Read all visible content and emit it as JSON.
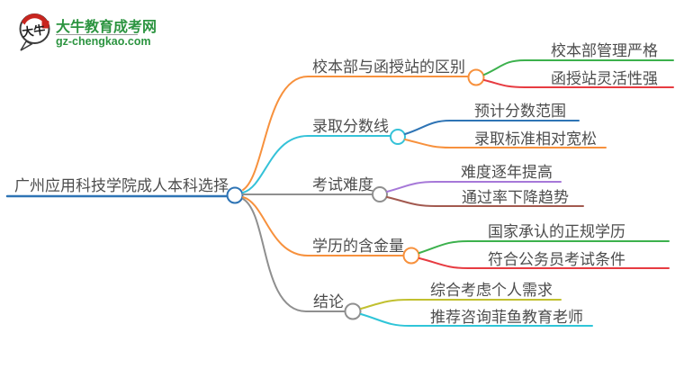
{
  "logo": {
    "bubble_chars": "大牛",
    "title": "大牛教育成考网",
    "url": "gz-chengkao.com",
    "brand_green": "#2c9440",
    "seal_red": "#c8251f"
  },
  "mindmap": {
    "root": {
      "label": "广州应用科技学院成人本科选择",
      "color": "#2e74b5"
    },
    "branches": [
      {
        "label": "校本部与函授站的区别",
        "color": "#f7913d",
        "children": [
          {
            "label": "校本部管理严格",
            "color": "#3cb14d"
          },
          {
            "label": "函授站灵活性强",
            "color": "#e73b41"
          }
        ]
      },
      {
        "label": "录取分数线",
        "color": "#35c2d8",
        "children": [
          {
            "label": "预计分数范围",
            "color": "#2e74b5"
          },
          {
            "label": "录取标准相对宽松",
            "color": "#f7913d"
          }
        ]
      },
      {
        "label": "考试难度",
        "color": "#8f8f8f",
        "children": [
          {
            "label": "难度逐年提高",
            "color": "#a678d8"
          },
          {
            "label": "通过率下降趋势",
            "color": "#a2594f"
          }
        ]
      },
      {
        "label": "学历的含金量",
        "color": "#f7913d",
        "children": [
          {
            "label": "国家承认的正规学历",
            "color": "#3cb14d"
          },
          {
            "label": "符合公务员考试条件",
            "color": "#e73b41"
          }
        ]
      },
      {
        "label": "结论",
        "color": "#8f8f8f",
        "children": [
          {
            "label": "综合考虑个人需求",
            "color": "#c1c02f"
          },
          {
            "label": "推荐咨询菲鱼教育老师",
            "color": "#2fc5d8"
          }
        ]
      }
    ]
  }
}
